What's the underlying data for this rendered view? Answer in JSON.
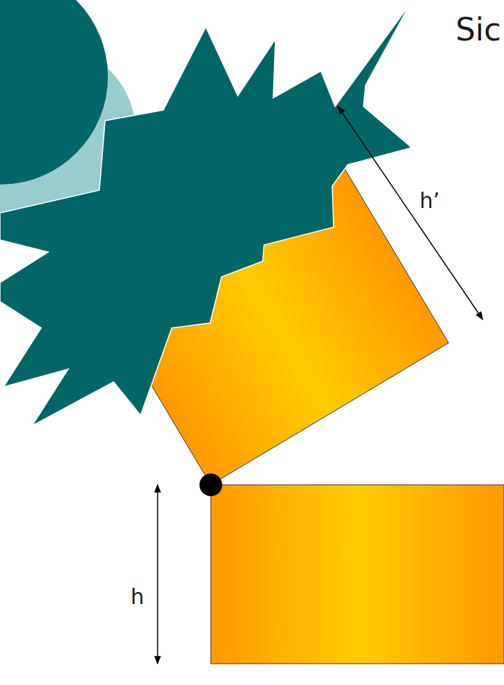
{
  "diagram": {
    "title": "Sic",
    "labels": [
      "h’",
      "h"
    ]
  }
}
